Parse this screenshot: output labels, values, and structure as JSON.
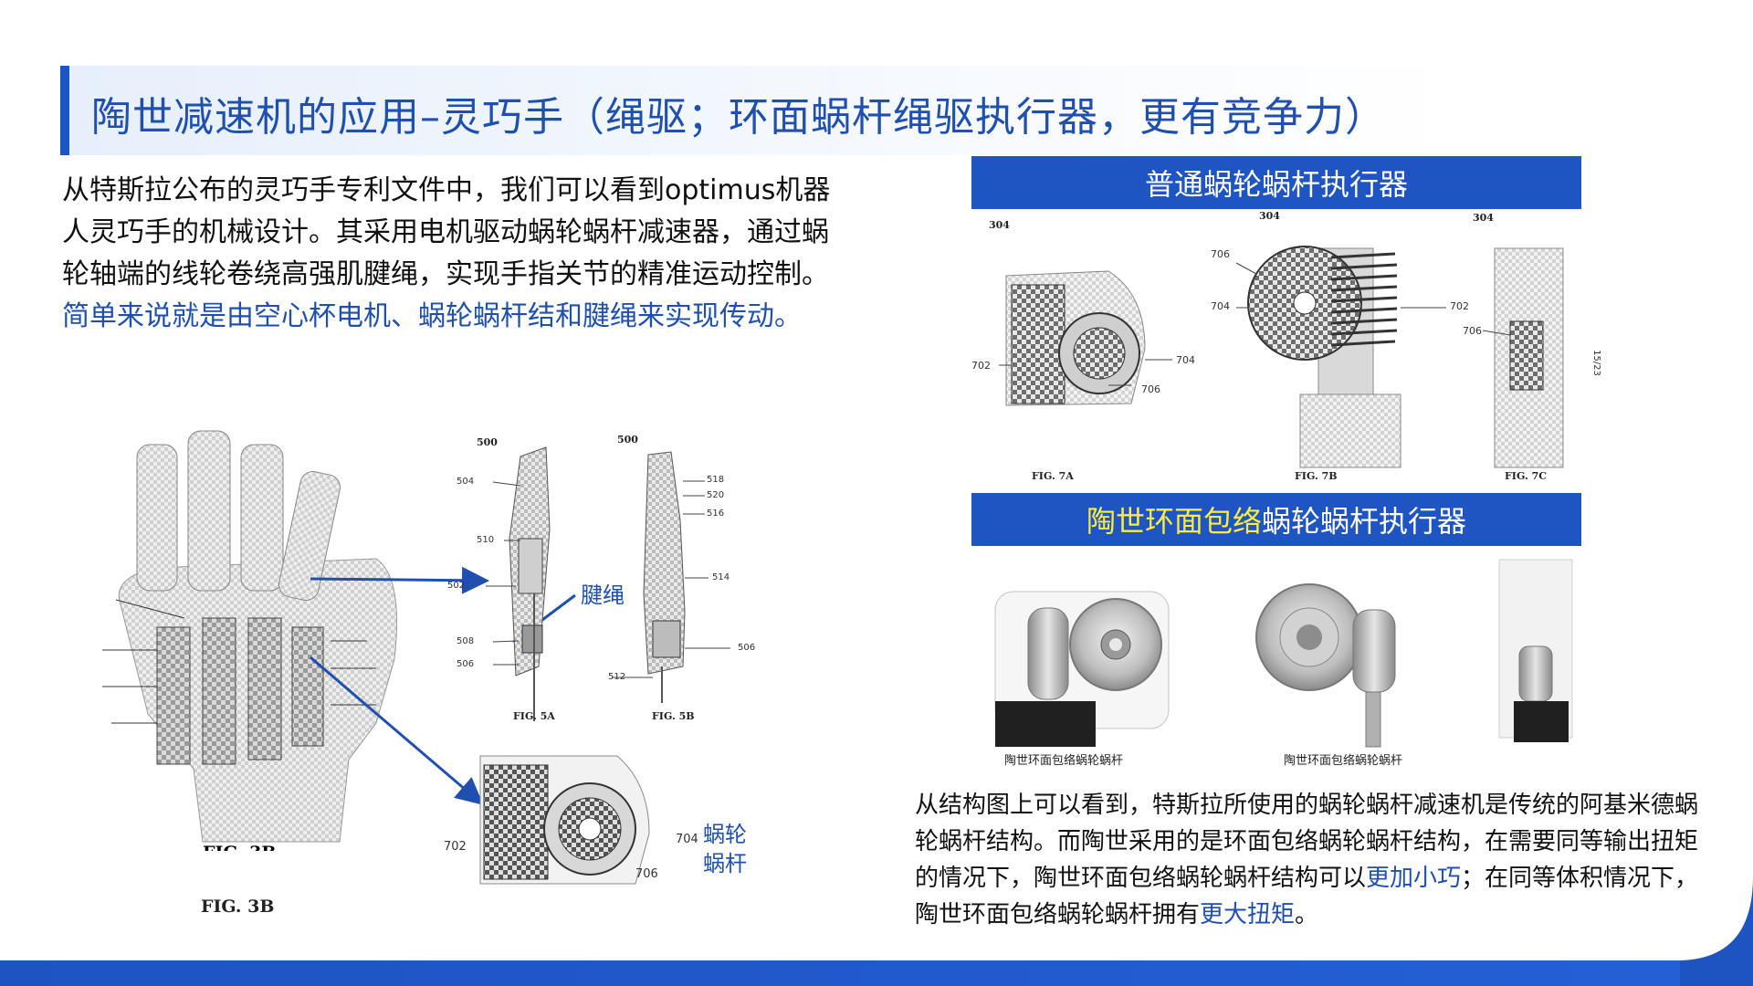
{
  "title": "陶世减速机的应用–灵巧手（绳驱；环面蜗杆绳驱执行器，更有竞争力）",
  "left_paragraph": {
    "text": "从特斯拉公布的灵巧手专利文件中，我们可以看到optimus机器人灵巧手的机械设计。其采用电机驱动蜗轮蜗杆减速器，通过蜗轮轴端的线轮卷绕高强肌腱绳，实现手指关节的精准运动控制。",
    "highlight": "简单来说就是由空心杯电机、蜗轮蜗杆结和腱绳来实现传动。"
  },
  "section1": {
    "label": "普通蜗轮蜗杆执行器"
  },
  "section2": {
    "label_highlight": "陶世环面包络",
    "label_rest": "蜗轮蜗杆执行器"
  },
  "fig7": {
    "captions": [
      "FIG. 7A",
      "FIG. 7B",
      "FIG. 7C"
    ],
    "labels": {
      "n304": "304",
      "n702": "702",
      "n704": "704",
      "n706": "706",
      "page": "15/23"
    }
  },
  "fig5": {
    "captions": [
      "FIG. 5A",
      "FIG. 5B"
    ],
    "labels": {
      "n500": "500",
      "n504": "504",
      "n510": "510",
      "n502": "502",
      "n508": "508",
      "n506": "506",
      "n518": "518",
      "n520": "520",
      "n516": "516",
      "n514": "514",
      "n512": "512"
    }
  },
  "fig3b": {
    "caption": "FIG. 3B"
  },
  "tags": {
    "tendon": "腱绳",
    "worm_line1": "蜗轮",
    "worm_line2": "蜗杆"
  },
  "renders": {
    "caption1": "陶世环面包络蜗轮蜗杆",
    "caption2": "陶世环面包络蜗轮蜗杆"
  },
  "right_paragraph": {
    "p1": "从结构图上可以看到，特斯拉所使用的蜗轮蜗杆减速机是传统的阿基米德蜗轮蜗杆结构。而陶世采用的是环面包络蜗轮蜗杆结构，在需要同等输出扭矩的情况下，陶世环面包络蜗轮蜗杆结构可以",
    "h1": "更加小巧",
    "p2": "；在同等体积情况下，陶世环面包络蜗轮蜗杆拥有",
    "h2": "更大扭矩",
    "p3": "。"
  },
  "colors": {
    "accent": "#1f55c3",
    "highlight": "#ffeb3b",
    "text": "#111111"
  }
}
